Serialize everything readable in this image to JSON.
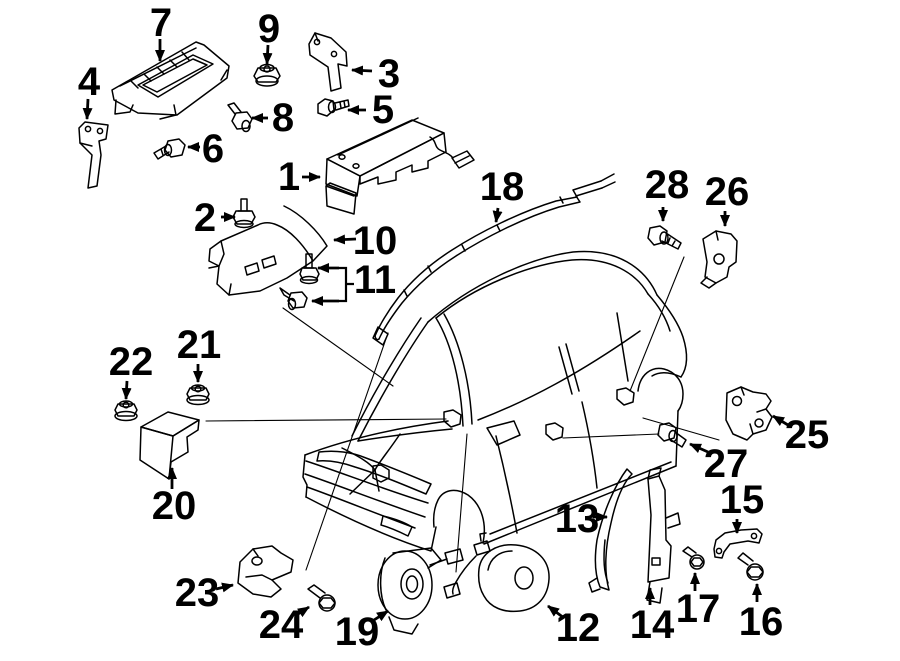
{
  "diagram": {
    "title": "vehicle-airbag-components-exploded-diagram",
    "background_color": "#ffffff",
    "line_color": "#000000",
    "callouts": [
      {
        "label": "1"
      },
      {
        "label": "2"
      },
      {
        "label": "3"
      },
      {
        "label": "4"
      },
      {
        "label": "5"
      },
      {
        "label": "6"
      },
      {
        "label": "7"
      },
      {
        "label": "8"
      },
      {
        "label": "9"
      },
      {
        "label": "10"
      },
      {
        "label": "11"
      },
      {
        "label": "12"
      },
      {
        "label": "13"
      },
      {
        "label": "14"
      },
      {
        "label": "15"
      },
      {
        "label": "16"
      },
      {
        "label": "17"
      },
      {
        "label": "18"
      },
      {
        "label": "19"
      },
      {
        "label": "20"
      },
      {
        "label": "21"
      },
      {
        "label": "22"
      },
      {
        "label": "23"
      },
      {
        "label": "24"
      },
      {
        "label": "25"
      },
      {
        "label": "26"
      },
      {
        "label": "27"
      },
      {
        "label": "28"
      }
    ]
  }
}
